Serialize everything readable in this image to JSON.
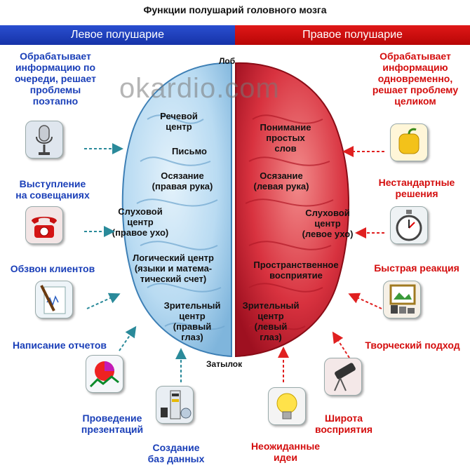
{
  "title": "Функции полушарий головного мозга",
  "left_header": "Левое полушарие",
  "right_header": "Правое полушарие",
  "left_intro": "Обрабатывает\nинформацию по\nочереди, решает\nпроблемы\nпоэтапно",
  "right_intro": "Обрабатывает\nинформацию\nодновременно,\nрешает проблему\nцеликом",
  "watermark": "okardio.com",
  "top_label": "Лоб",
  "bottom_label": "Затылок",
  "left_brain": {
    "speech": "Речевой\nцентр",
    "writing": "Письмо",
    "touch": "Осязание\n(правая рука)",
    "hearing": "Слуховой\nцентр\n(правое ухо)",
    "logic": "Логический центр\n(языки и матема-\nтический счет)",
    "vision": "Зрительный\nцентр\n(правый\nглаз)"
  },
  "right_brain": {
    "understanding": "Понимание\nпростых\nслов",
    "touch": "Осязание\n(левая рука)",
    "hearing": "Слуховой\nцентр\n(левое ухо)",
    "spatial": "Пространственное\nвосприятие",
    "vision": "Зрительный\nцентр\n(левый\nглаз)"
  },
  "left_items": {
    "speech_meetings": "Выступление\nна совещаниях",
    "calls": "Обзвон клиентов",
    "reports": "Написание отчетов",
    "presentations": "Проведение\nпрезентаций",
    "databases": "Создание\nбаз данных"
  },
  "right_items": {
    "nonstandard": "Нестандартные\nрешения",
    "reaction": "Быстрая реакция",
    "creative": "Творческий подход",
    "perception": "Широта\nвосприятия",
    "ideas": "Неожиданные\nидеи"
  },
  "colors": {
    "left_accent": "#1a3fb8",
    "right_accent": "#d40d0d",
    "left_brain": "#b9dbf2",
    "right_brain": "#d8323f",
    "arrow_left": "#2a8a9a",
    "arrow_right": "#e02020"
  },
  "icons": {
    "microphone": "microphone-icon",
    "telephone": "telephone-icon",
    "document": "document-pen-icon",
    "chart": "pie-chart-icon",
    "database": "database-server-icon",
    "apple": "apple-icon",
    "stopwatch": "stopwatch-icon",
    "paint": "paint-icon",
    "telescope": "telescope-icon",
    "lightbulb": "lightbulb-icon"
  }
}
